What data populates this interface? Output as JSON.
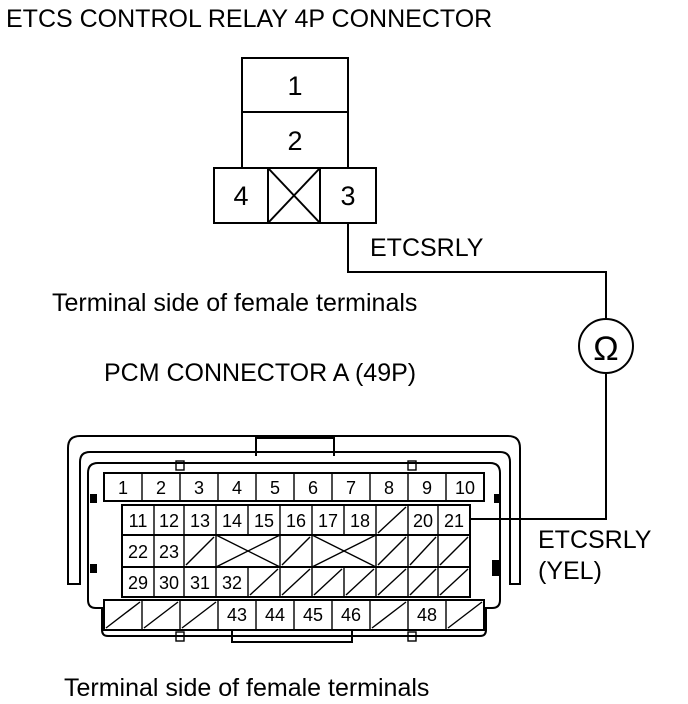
{
  "relay": {
    "title": "ETCS CONTROL RELAY 4P CONNECTOR",
    "pins": [
      "1",
      "2",
      "4",
      "3"
    ],
    "wire_label": "ETCSRLY",
    "caption": "Terminal side of female terminals"
  },
  "meter": {
    "symbol": "Ω"
  },
  "pcm": {
    "title": "PCM CONNECTOR A (49P)",
    "wire_label": "ETCSRLY",
    "wire_color": "(YEL)",
    "caption": "Terminal side of female terminals",
    "row1": [
      "1",
      "2",
      "3",
      "4",
      "5",
      "6",
      "7",
      "8",
      "9",
      "10"
    ],
    "row2": [
      "11",
      "12",
      "13",
      "14",
      "15",
      "16",
      "17",
      "18",
      "20",
      "21"
    ],
    "row3": [
      "22",
      "23"
    ],
    "row4": [
      "29",
      "30",
      "31",
      "32"
    ],
    "row5": [
      "43",
      "44",
      "45",
      "46",
      "48"
    ]
  }
}
